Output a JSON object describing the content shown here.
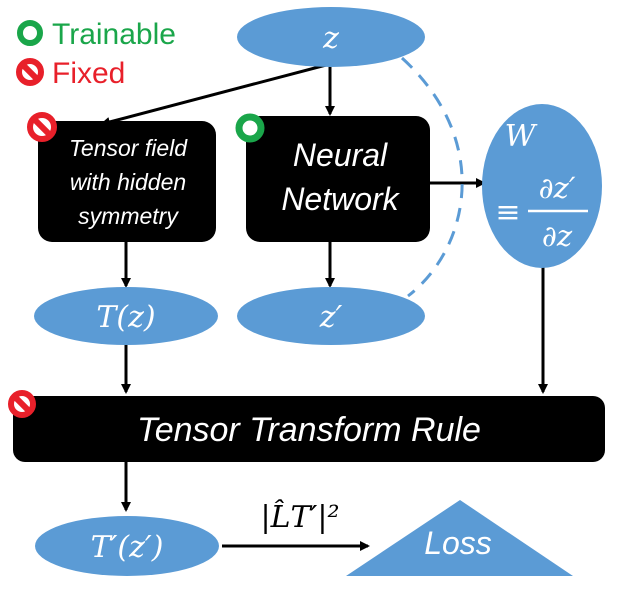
{
  "legend": {
    "trainable_label": "Trainable",
    "fixed_label": "Fixed"
  },
  "nodes": {
    "z": "z",
    "tensor_field": [
      "Tensor field",
      "with hidden",
      "symmetry"
    ],
    "neural_network": [
      "Neural",
      "Network"
    ],
    "w_symbol": "W",
    "w_equiv": "≡",
    "w_numerator": "∂z′",
    "w_denominator": "∂z",
    "t_of_z": "T(z)",
    "z_prime": "z′",
    "transform_rule": "Tensor Transform Rule",
    "t_prime": "T′(z′)",
    "loss": "Loss"
  },
  "edge_labels": {
    "loss_edge": "|L̂T′|²"
  },
  "colors": {
    "node_fill": "#5b9bd5",
    "box_fill": "#000000",
    "trainable": "#1aa64a",
    "fixed": "#e8202a",
    "trainable_text": "#1aa64a",
    "fixed_text": "#e8202a"
  },
  "icons": {
    "trainable": "ring-icon",
    "fixed": "prohibited-icon"
  }
}
